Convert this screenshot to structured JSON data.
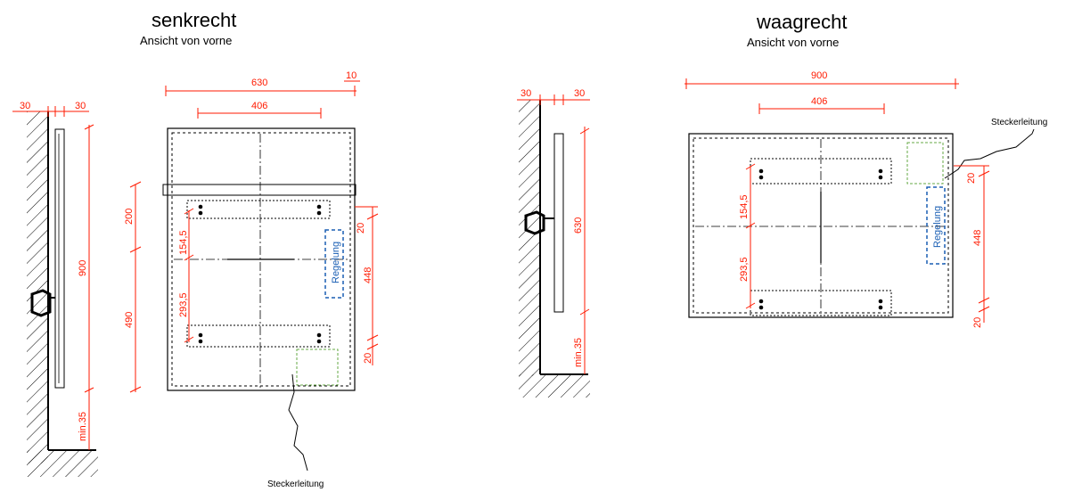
{
  "colors": {
    "dimension": "#ff1a00",
    "line": "#000000",
    "regelung": "#1a5fb4",
    "plug_box": "#66aa44"
  },
  "left": {
    "title": "senkrecht",
    "subtitle": "Ansicht von vorne",
    "dims": {
      "wall_gap_a": "30",
      "wall_gap_b": "30",
      "width": "630",
      "edge": "10",
      "inner": "406",
      "upper": "200",
      "lower": "490",
      "height": "900",
      "min": "min.35",
      "h1": "154,5",
      "h2": "293,5",
      "small_top": "20",
      "small_bottom": "20",
      "right_span": "448"
    },
    "regelung": "Regelung",
    "plug": "Steckerleitung"
  },
  "right": {
    "title": "waagrecht",
    "subtitle": "Ansicht von vorne",
    "dims": {
      "wall_gap_a": "30",
      "wall_gap_b": "30",
      "width": "900",
      "inner": "406",
      "height": "630",
      "min": "min.35",
      "h1": "154,5",
      "h2": "293,5",
      "small_top": "20",
      "small_bottom": "20",
      "right_span": "448"
    },
    "regelung": "Regelung",
    "plug": "Steckerleitung"
  }
}
